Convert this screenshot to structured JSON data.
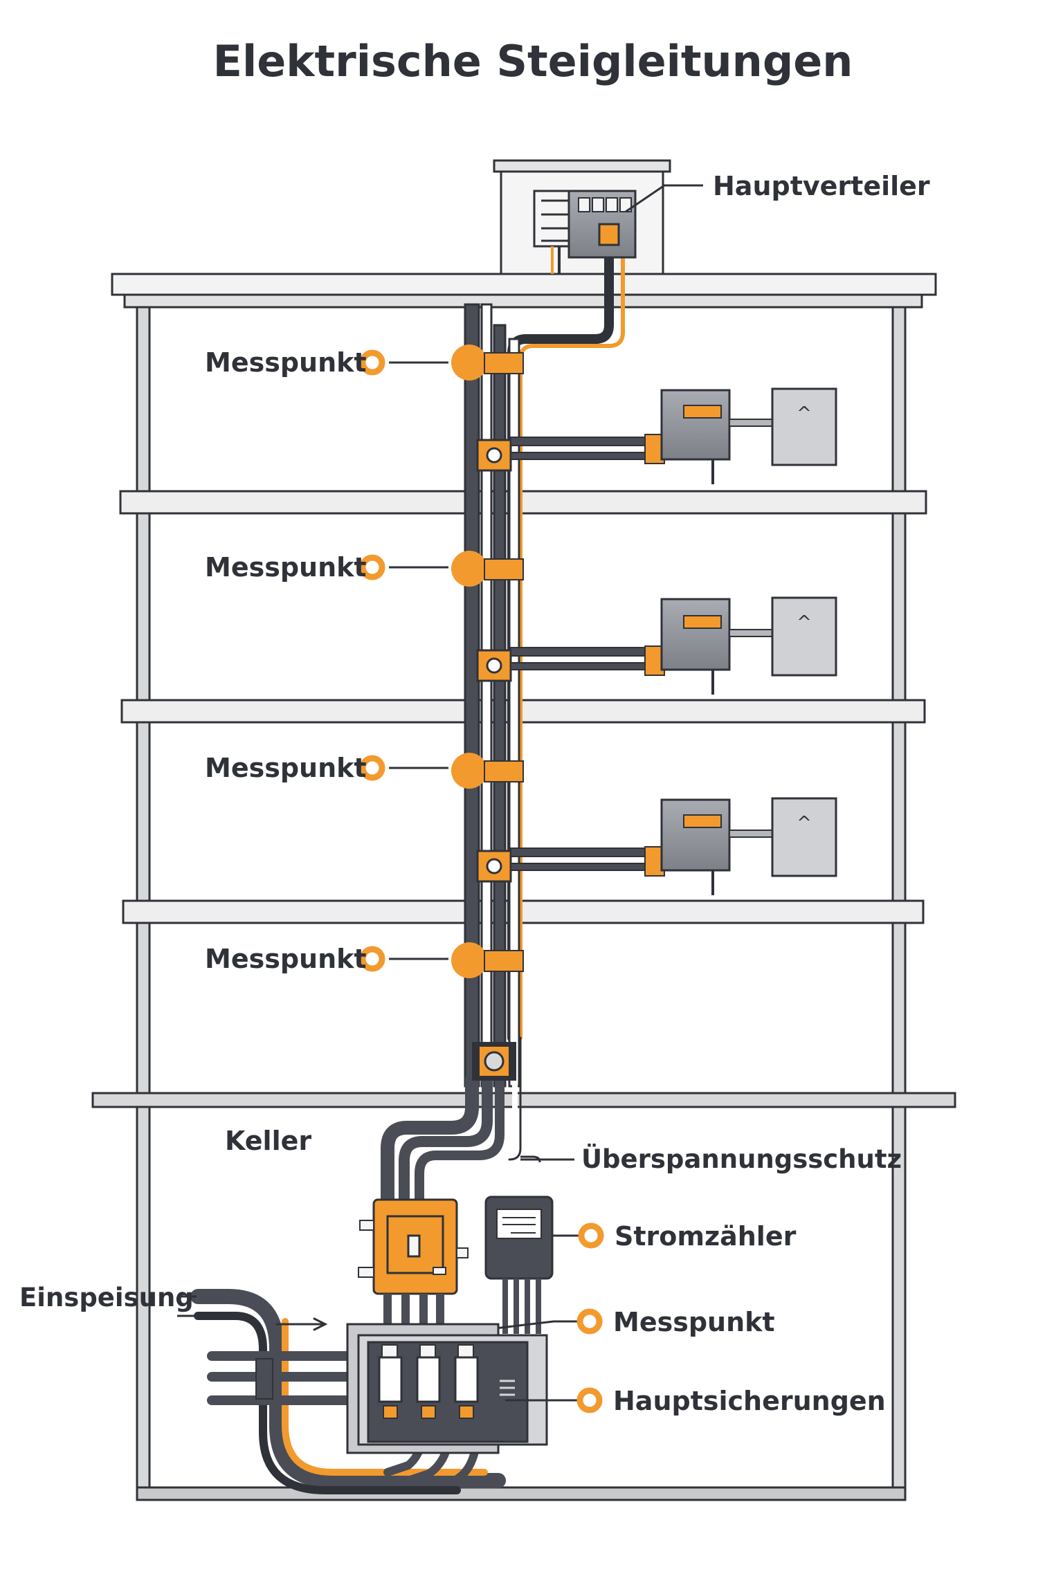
{
  "title": "Elektrische Steigleitungen",
  "colors": {
    "accent": "#f29a2e",
    "cable": "#4a4d55",
    "outline": "#2f3238",
    "slab": "#eeeeee",
    "device": "#8d9096"
  },
  "labels": {
    "hauptverteiler": "Hauptverteiler",
    "messpunkt_floors": [
      "Messpunkt",
      "Messpunkt",
      "Messpunkt",
      "Messpunkt"
    ],
    "keller": "Keller",
    "ueberspannungsschutz": "Überspannungsschutz",
    "stromzaehler": "Stromzähler",
    "messpunkt_keller": "Messpunkt",
    "hauptsicherungen": "Hauptsicherungen",
    "einspeisung": "Einspeisung"
  },
  "icons": {
    "socket_glyph": "^",
    "fuse_count": 3,
    "floor_panel_count": 3
  }
}
